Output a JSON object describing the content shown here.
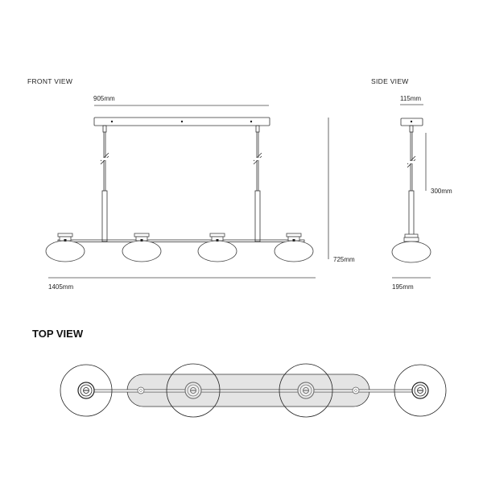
{
  "front_view": {
    "title": "FRONT VIEW",
    "canopy_width": "905mm",
    "overall_width": "1405mm",
    "overall_height": "725mm"
  },
  "side_view": {
    "title": "SIDE VIEW",
    "canopy_depth": "115mm",
    "drop": "300mm",
    "shade_diameter": "195mm"
  },
  "top_view": {
    "title": "TOP VIEW"
  }
}
